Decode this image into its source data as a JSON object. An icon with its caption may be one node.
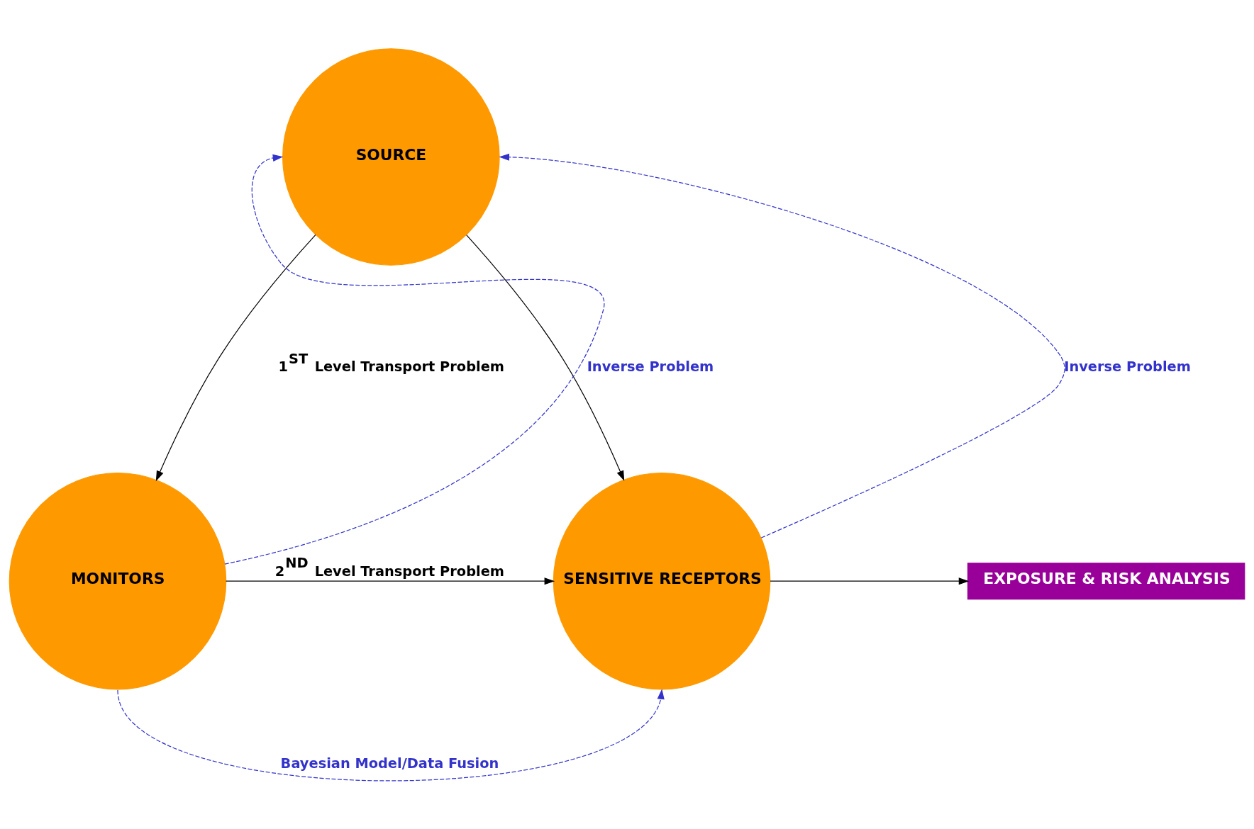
{
  "diagram": {
    "nodes": [
      {
        "text": [
          "SOURCE"
        ]
      },
      {
        "text": [
          "MONITORS"
        ]
      },
      {
        "text": [
          "SENSITIVE RECEPTORS"
        ]
      },
      {
        "text": [
          "EXPOSURE & RISK ANALYSIS"
        ]
      }
    ],
    "edges": [
      {
        "from": 0,
        "to": 1,
        "arrow": "to"
      },
      {
        "from": 0,
        "to": 2,
        "arrow": "to"
      },
      {
        "from": 1,
        "to": 2,
        "arrow": "to",
        "label": "2$^{ND}$ Level Transport Problem"
      },
      {
        "from": 2,
        "to": 3,
        "arrow": "to"
      },
      {
        "from": 1,
        "to": 0,
        "arrow": "to",
        "style": "dashed",
        "color": "#3333cc",
        "label": "Inverse Problem"
      },
      {
        "from": 2,
        "to": 0,
        "arrow": "to",
        "style": "dashed",
        "color": "#3333cc",
        "label": "Inverse Problem"
      },
      {
        "from": 1,
        "to": 2,
        "arrow": "to",
        "style": "dashed",
        "color": "#3333cc",
        "label": "Bayesian Model/Data Fusion"
      }
    ],
    "labels": [
      "1$^{ST}$ Level Transport Problem"
    ]
  }
}
